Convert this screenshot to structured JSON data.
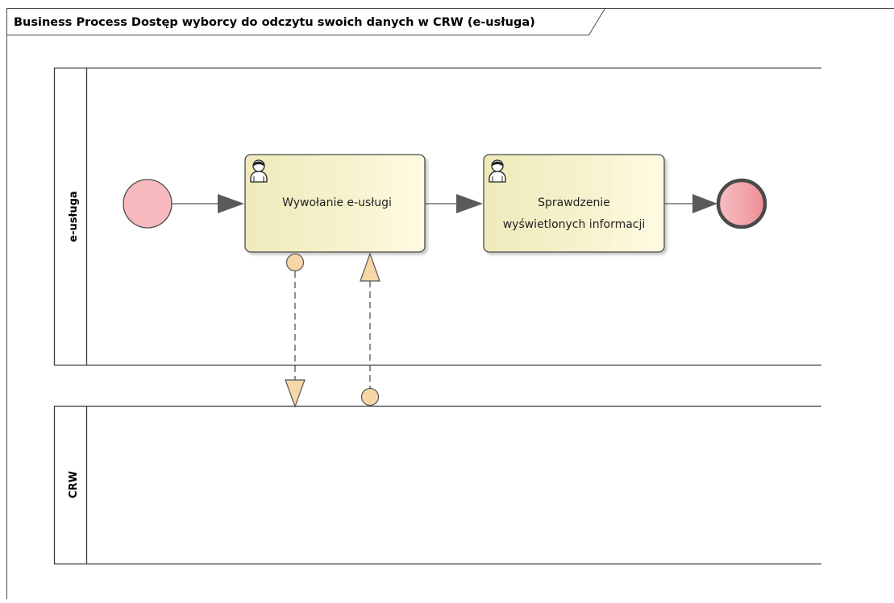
{
  "frame": {
    "title": "Business Process Dostęp wyborcy do odczytu swoich danych w CRW (e-usługa)"
  },
  "lanes": [
    {
      "label": "e-usługa"
    },
    {
      "label": "CRW"
    }
  ],
  "tasks": [
    {
      "lines": [
        "Wywołanie e-usługi"
      ],
      "icon": "user-icon"
    },
    {
      "lines": [
        "Sprawdzenie",
        "wyświetlonych informacji"
      ],
      "icon": "user-icon"
    }
  ],
  "events": {
    "start": {
      "fill": "#f7b9bd"
    },
    "end": {
      "fill": "#f39aa2"
    }
  },
  "colors": {
    "task_fill_start": "#f3efc1",
    "task_fill_end": "#fffbe0",
    "message_marker": "#f7d7a8",
    "flow": "#555555"
  }
}
